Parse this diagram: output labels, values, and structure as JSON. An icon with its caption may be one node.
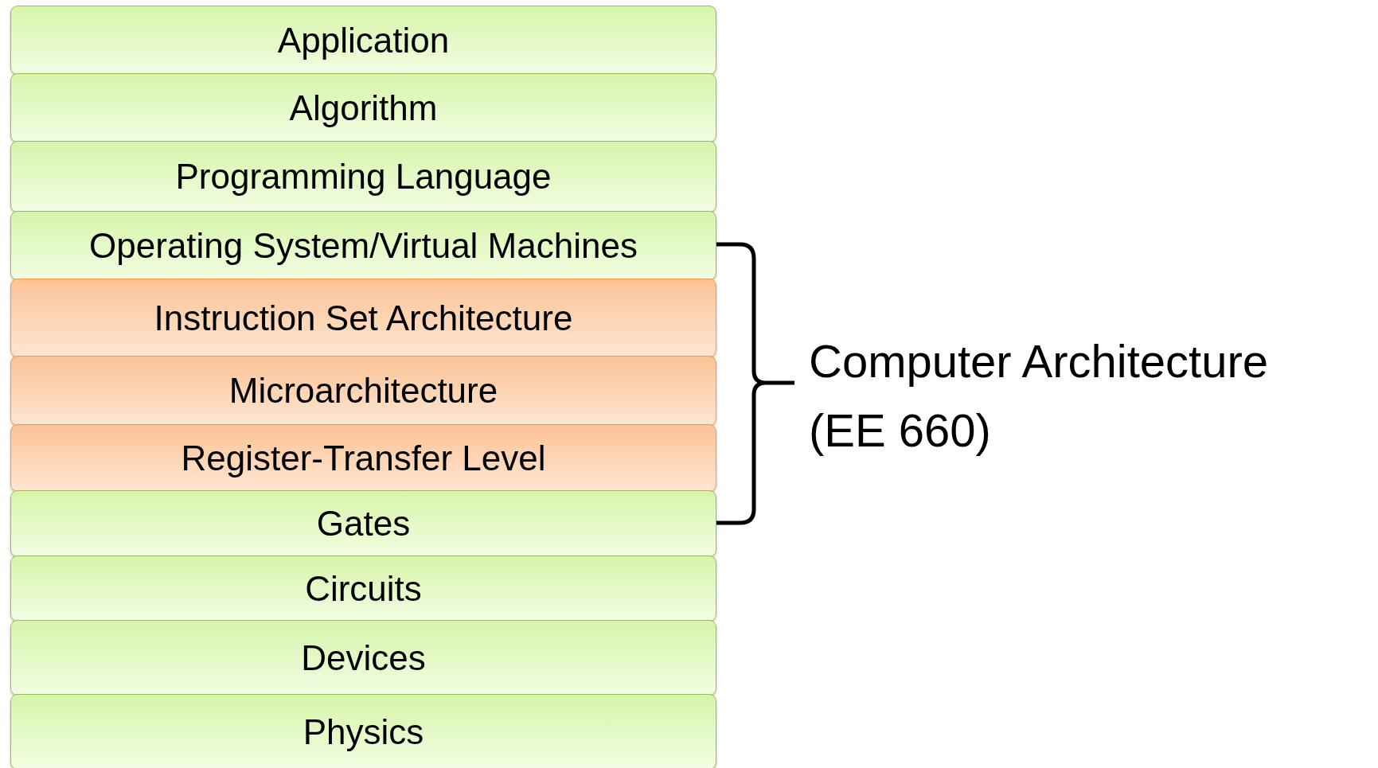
{
  "diagram": {
    "nodes": [
      {
        "text": [
          "Application"
        ]
      },
      {
        "text": [
          "Algorithm"
        ]
      },
      {
        "text": [
          "Programming Language"
        ]
      },
      {
        "text": [
          "Operating System/Virtual Machines"
        ]
      },
      {
        "text": [
          "Instruction Set Architecture"
        ]
      },
      {
        "text": [
          "Microarchitecture"
        ]
      },
      {
        "text": [
          "Register-Transfer Level"
        ]
      },
      {
        "text": [
          "Gates"
        ]
      },
      {
        "text": [
          "Circuits"
        ]
      },
      {
        "text": [
          "Devices"
        ]
      },
      {
        "text": [
          "Physics"
        ]
      }
    ],
    "labels": [
      "Computer Architecture (EE 660)"
    ]
  }
}
